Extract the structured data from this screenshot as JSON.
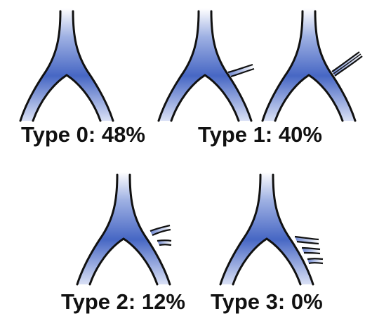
{
  "colors": {
    "vessel_fill": "#3d5fbf",
    "vessel_fade": "#ffffff",
    "outline": "#111111",
    "text": "#111111"
  },
  "panels": [
    {
      "label": "Type 0: 48%",
      "branches": 0
    },
    {
      "label": "Type 1: 40%",
      "branches": 1
    },
    {
      "label": "Type 2: 12%",
      "branches": 2
    },
    {
      "label": "Type 3: 0%",
      "branches": 3
    }
  ]
}
